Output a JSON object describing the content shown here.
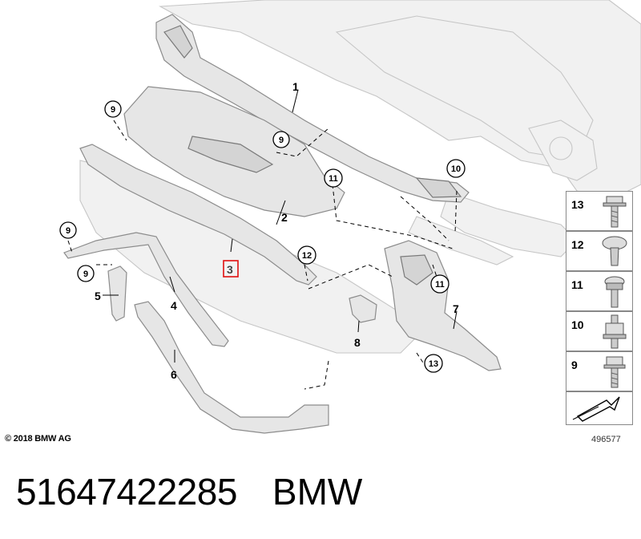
{
  "diagram": {
    "callouts": {
      "p1": "1",
      "p2": "2",
      "p3": "3",
      "p4": "4",
      "p5": "5",
      "p6": "6",
      "p7": "7",
      "p8": "8",
      "c9a": "9",
      "c9b": "9",
      "c9c": "9",
      "c9d": "9",
      "c10": "10",
      "c11a": "11",
      "c11b": "11",
      "c12": "12",
      "c13": "13"
    },
    "highlighted_part": "3"
  },
  "fasteners": [
    {
      "label": "13",
      "icon": "hex-flange-bolt-icon"
    },
    {
      "label": "12",
      "icon": "expanding-rivet-icon"
    },
    {
      "label": "11",
      "icon": "collar-screw-icon"
    },
    {
      "label": "10",
      "icon": "hex-nut-stud-icon"
    },
    {
      "label": "9",
      "icon": "hex-bolt-icon"
    }
  ],
  "fastener_panel_arrow": "direction-arrow-icon",
  "copyright": "© 2018 BMW AG",
  "drawing_number": "496577",
  "footer": {
    "part_number": "51647422285",
    "brand": "BMW"
  }
}
